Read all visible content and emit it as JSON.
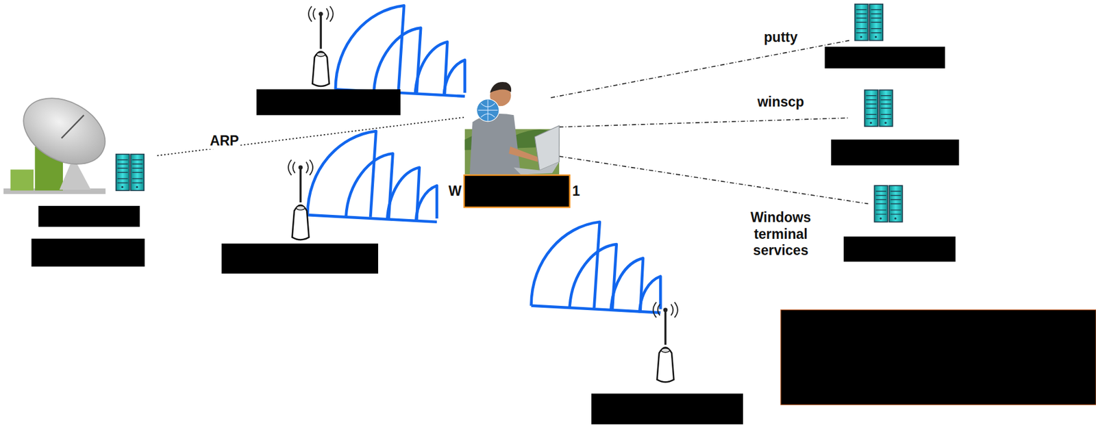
{
  "diagram": {
    "labels": [
      "ARP",
      "putty",
      "winscp",
      "Windows terminal services",
      "W",
      "1"
    ]
  }
}
